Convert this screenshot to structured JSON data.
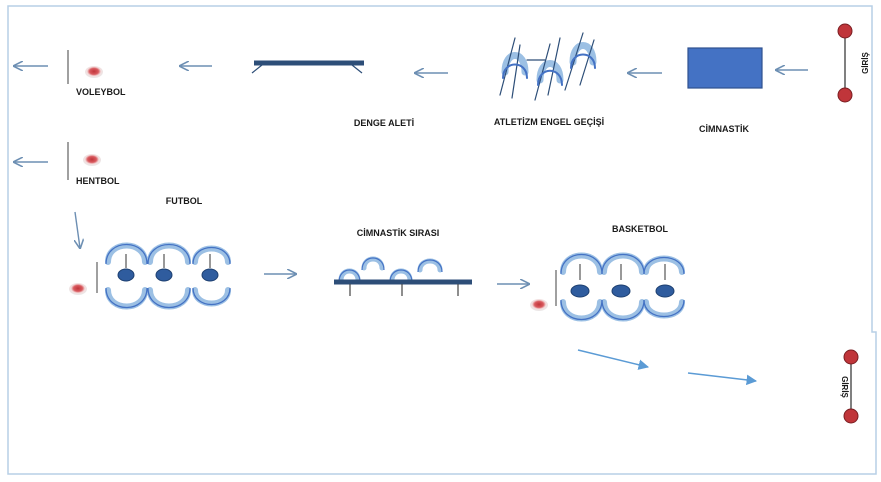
{
  "labels": {
    "giris_top": "GİRİŞ",
    "giris_bottom": "GİRİŞ",
    "cimnastik": "CİMNASTİK",
    "atletizm": "ATLETİZM ENGEL GEÇİŞİ",
    "denge": "DENGE ALETİ",
    "voleybol": "VOLEYBOL",
    "hentbol": "HENTBOL",
    "futbol": "FUTBOL",
    "cimnastik_sirasi": "CİMNASTİK SIRASI",
    "basketbol": "BASKETBOL"
  },
  "colors": {
    "frame": "#a9c6e0",
    "arrow": "#6d8fb3",
    "dark_blue": "#2d4e78",
    "mid_blue": "#4472c4",
    "light_blue": "#9cc0e4",
    "entry_red": "#c0353a",
    "cone_red": "#c0353a"
  }
}
